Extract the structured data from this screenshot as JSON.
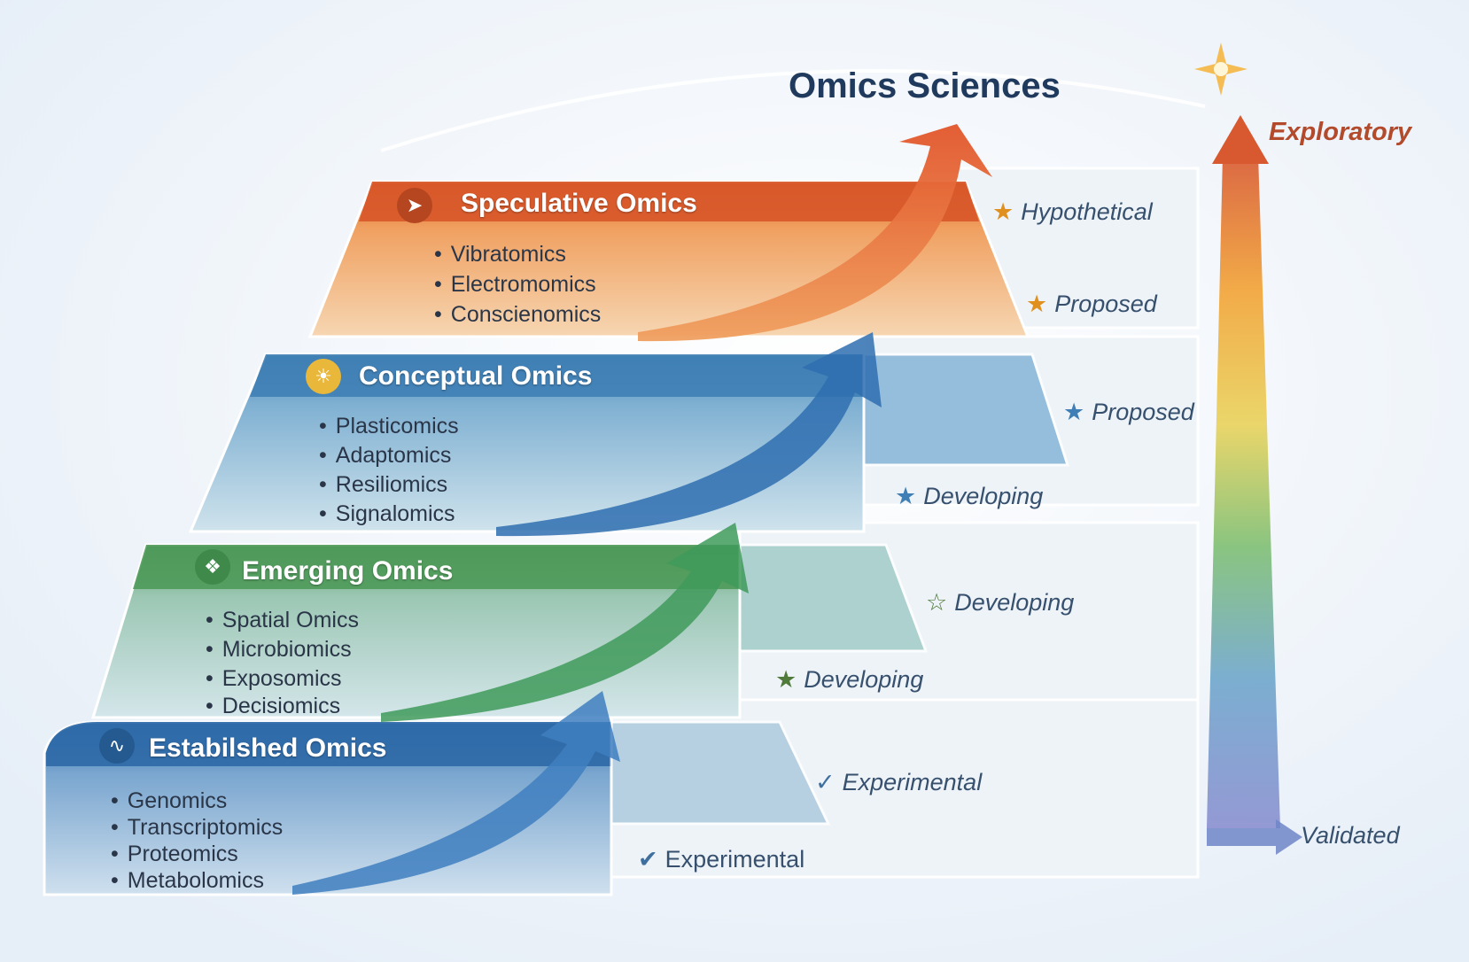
{
  "title": "Omics Sciences",
  "axis": {
    "top_label": "Exploratory",
    "bottom_label": "Validated"
  },
  "tiers": [
    {
      "name": "Speculative Omics",
      "color": "#e06a35",
      "items": [
        "Vibratomics",
        "Electromomics",
        "Conscienomics"
      ],
      "statuses": [
        "Hypothetical",
        "Proposed"
      ]
    },
    {
      "name": "Conceptual Omics",
      "color": "#3f7fb5",
      "items": [
        "Plasticomics",
        "Adaptomics",
        "Resiliomics",
        "Signalomics"
      ],
      "statuses": [
        "Proposed",
        "Developing"
      ]
    },
    {
      "name": "Emerging Omics",
      "color": "#4f9a5a",
      "items": [
        "Spatial Omics",
        "Microbiomics",
        "Exposomics",
        "Decisiomics"
      ],
      "statuses": [
        "Developing",
        "Developing"
      ]
    },
    {
      "name": "Estabilshed Omics",
      "color": "#2f6aa8",
      "items": [
        "Genomics",
        "Transcriptomics",
        "Proteomics",
        "Metabolomics"
      ],
      "statuses": [
        "Experimental",
        "Experimental"
      ]
    }
  ],
  "icons": {
    "speculative": "rocket-icon",
    "conceptual": "lightbulb-icon",
    "emerging": "molecule-icon",
    "established": "dna-icon",
    "status_star": "star-icon",
    "status_check": "check-icon"
  },
  "colors": {
    "star_speculative": "#e0901f",
    "star_conceptual": "#3f7fb5",
    "star_emerging": "#4f7a3a",
    "check": "#3f6f9f"
  }
}
